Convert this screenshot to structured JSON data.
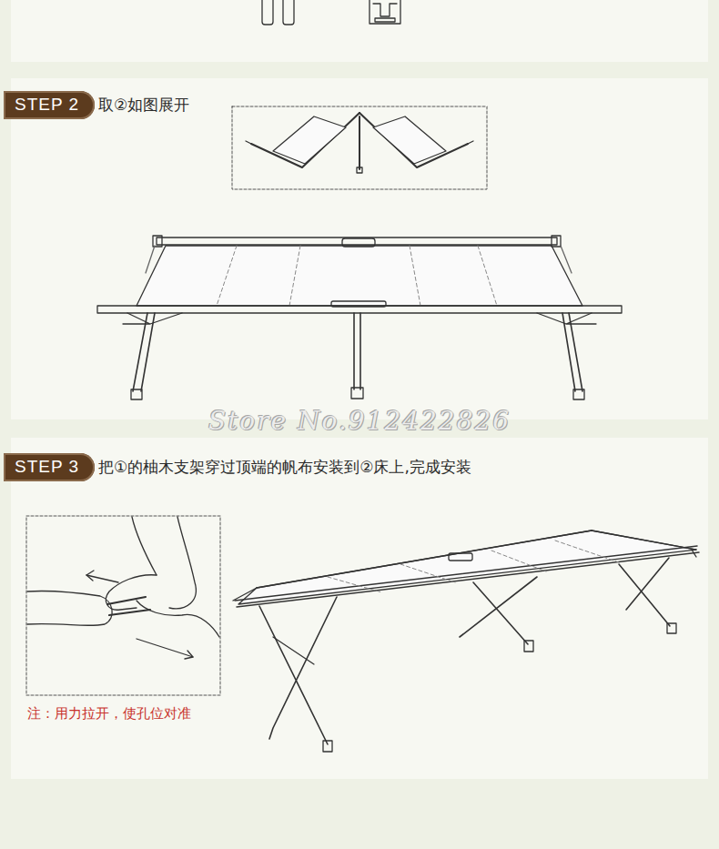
{
  "diagram": {
    "nodes": [
      {
        "text": [
          "STEP 2"
        ]
      },
      {
        "text": [
          "STEP 3"
        ]
      }
    ],
    "labels": [
      "取②如图展开",
      "Store No.912422826",
      "把①的柚木支架穿过顶端的帆布安装到②床上,完成安装",
      "注：用力拉开，使孔位对准"
    ]
  }
}
